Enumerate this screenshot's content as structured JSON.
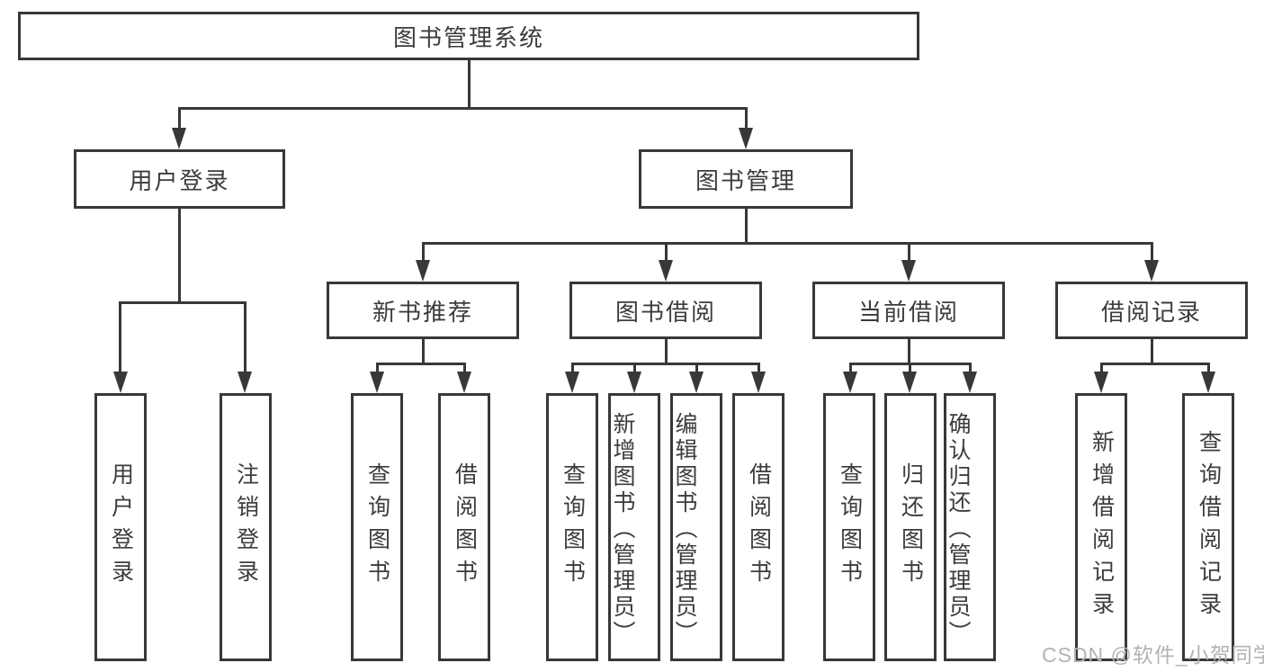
{
  "diagram": {
    "root": {
      "label": "图书管理系统"
    },
    "level1": {
      "user_login": {
        "label": "用户登录"
      },
      "book_mgmt": {
        "label": "图书管理"
      }
    },
    "level2": {
      "new_book_recommend": {
        "label": "新书推荐"
      },
      "book_borrow": {
        "label": "图书借阅"
      },
      "current_borrow": {
        "label": "当前借阅"
      },
      "borrow_record": {
        "label": "借阅记录"
      }
    },
    "leaves": {
      "user_login": [
        "用户登录",
        "注销登录"
      ],
      "new_book_recommend": [
        "查询图书",
        "借阅图书"
      ],
      "book_borrow": [
        "查询图书",
        "新增图书（管理员）",
        "编辑图书（管理员）",
        "借阅图书"
      ],
      "current_borrow": [
        "查询图书",
        "归还图书",
        "确认归还（管理员）"
      ],
      "borrow_record": [
        "新增借阅记录",
        "查询借阅记录"
      ]
    },
    "colors": {
      "line": "#383838",
      "text": "#3c3c3c",
      "background": "#ffffff",
      "watermark": "#b3b3b3"
    }
  },
  "watermark": {
    "text": "CSDN @软件_小贺同学"
  }
}
